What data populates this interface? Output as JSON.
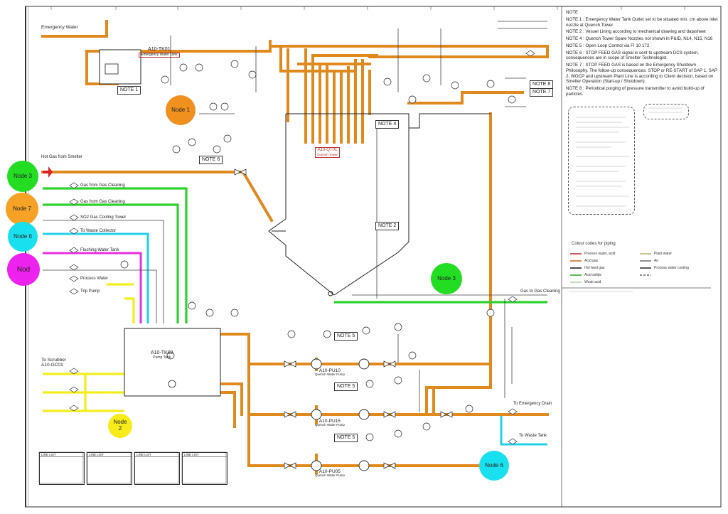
{
  "nodes": [
    {
      "label": "Node 1",
      "color": "#f0901e"
    },
    {
      "label": "Node 3",
      "color": "#22dd22"
    },
    {
      "label": "Node 7",
      "color": "#f6a224"
    },
    {
      "label": "Node 6",
      "color": "#19e0ee"
    },
    {
      "label": "Nod",
      "color": "#ee22ee"
    },
    {
      "label": "Node 3",
      "color": "#22dd22"
    },
    {
      "label": "Node 2",
      "color": "#f7ec1a"
    },
    {
      "label": "Node 6",
      "color": "#19e0ee"
    }
  ],
  "notes": [
    "NOTE",
    "NOTE 1 : Emergency Water Tank Outlet set to be situated min. cm above inlet nozzle at Quench Tower",
    "NOTE 2 : Vessel Lining according to mechanical drawing and datasheet",
    "NOTE 4 : Quench Tower Spare Nozzles not shown in P&ID, N14, N15, N16",
    "NOTE 5 : Open Loop Control via FI 10 172",
    "NOTE 6 : STOP FEED GAS signal is sent to upstream DCS system, consequences are in scope of Smelter Technologist.",
    "NOTE 7 : STOP FEED GAS is based on the Emergency Shutdown Philosophy. The follow-up consequences: STOP or RE-START of SAP 1, SAP 2, WOCP and upstream Plant Line is according to Client decision, based on Smelter Operation (Start-up / Shutdown).",
    "NOTE 8 : Periodical purging of pressure transmitter to avoid build-up of particles."
  ],
  "note_tags": [
    "NOTE 1",
    "NOTE 4",
    "NOTE 2",
    "NOTE 5",
    "NOTE 5",
    "NOTE 5",
    "NOTE 6",
    "NOTE 7",
    "NOTE 8"
  ],
  "equipment": {
    "quench_tower": "A10-QT01",
    "quench_tower_sub": "Quench Tower",
    "water_tank": "A10-TK01",
    "water_tank_sub": "Emergency Water Tank",
    "pump_tank": "A10-TK02",
    "pump_tank_sub": "Pump Tank",
    "pumps": [
      {
        "tag": "A10-PU10",
        "sub": "Quench Water Pump"
      },
      {
        "tag": "A10-PU15",
        "sub": "Quench Water Pump"
      },
      {
        "tag": "A10-PU05",
        "sub": "Quench Water Pump"
      }
    ]
  },
  "line_labels": {
    "emergency_water": "Emergency Water",
    "hot_gas_inlet": "Hot Gas from Smelter",
    "to_scrubber": "To Scrubber A10-GC01",
    "acid_gas_out": "Gas to Gas Cleaning",
    "to_emergency_drain": "To Emergency Drain",
    "to_waste_tank": "To Waste Tank",
    "sw_items": [
      "Gas from Gas Cleaning",
      "Gas from Gas Cleaning",
      "SO2 Gas Cooling Tower",
      "To Waste Collector",
      "Flushing Water Tank",
      "Process Water",
      "Trip Pump"
    ]
  },
  "legend": {
    "title": "Colour codes for piping",
    "items": [
      "Process water, acid",
      "Acid gas",
      "Hot feed gas",
      "Acid solids",
      "Weak acid",
      "Plant water",
      "Air",
      "Process water cooling"
    ]
  },
  "table_titles": [
    "LINE LIST",
    "LINE LIST",
    "LINE LIST",
    "LINE LIST"
  ],
  "colors": {
    "orange_pipe": "#e08a1e",
    "green_pipe": "#2fd12f",
    "yellow_pipe": "#f2ee1e",
    "cyan_pipe": "#22d0e8",
    "magenta_pipe": "#e82fe0",
    "ink": "#222222"
  }
}
